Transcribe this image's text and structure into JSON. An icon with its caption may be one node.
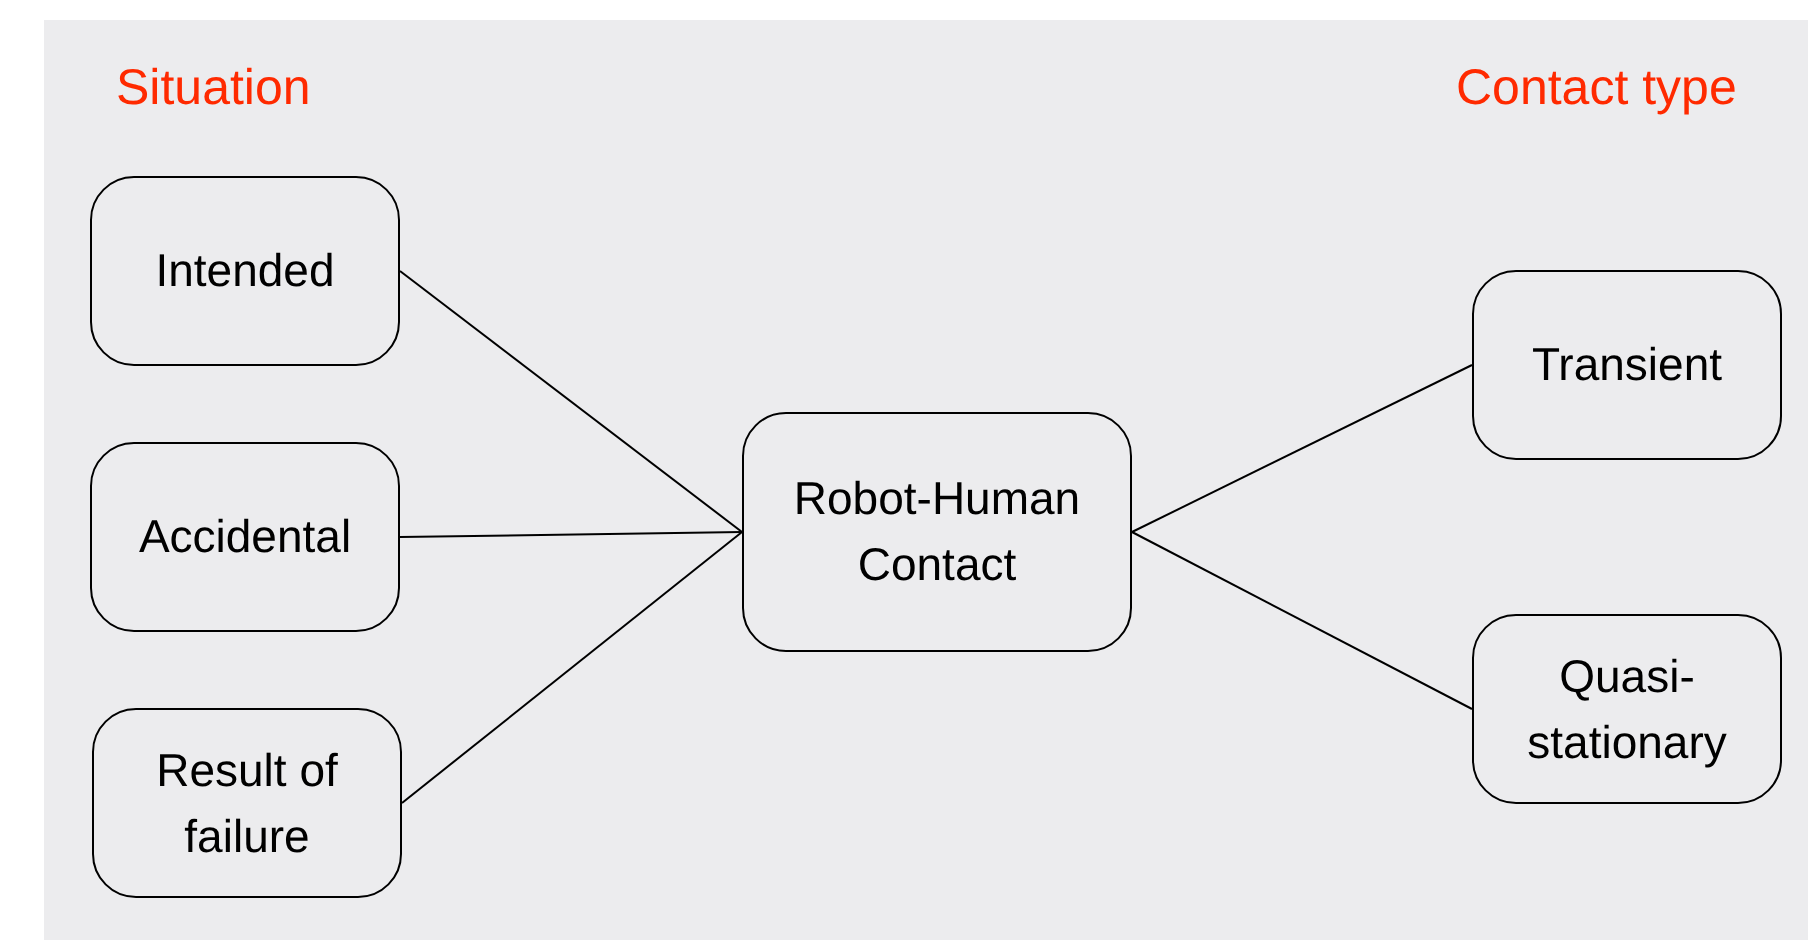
{
  "diagram": {
    "nodes": [
      {
        "text": [
          "Intended"
        ]
      },
      {
        "text": [
          "Accidental"
        ]
      },
      {
        "text": [
          "Result of failure"
        ]
      },
      {
        "text": [
          "Robot-Human Contact"
        ]
      },
      {
        "text": [
          "Transient"
        ]
      },
      {
        "text": [
          "Quasi-stationary"
        ]
      }
    ],
    "edges": [
      {
        "from": 0,
        "to": 3,
        "arrow": "none"
      },
      {
        "from": 1,
        "to": 3,
        "arrow": "none"
      },
      {
        "from": 2,
        "to": 3,
        "arrow": "none"
      },
      {
        "from": 3,
        "to": 4,
        "arrow": "none"
      },
      {
        "from": 3,
        "to": 5,
        "arrow": "none"
      }
    ],
    "labels": [
      "Situation",
      "Contact type"
    ]
  }
}
